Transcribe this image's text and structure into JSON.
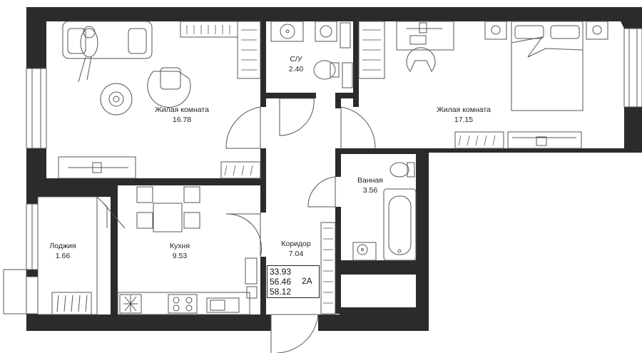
{
  "plan": {
    "rooms": [
      {
        "id": "living1",
        "name": "Жилая комната",
        "area": "16.78"
      },
      {
        "id": "toilet",
        "name": "С/У",
        "area": "2.40"
      },
      {
        "id": "living2",
        "name": "Жилая комната",
        "area": "17.15"
      },
      {
        "id": "bath",
        "name": "Ванная",
        "area": "3.56"
      },
      {
        "id": "loggia",
        "name": "Лоджия",
        "area": "1.66"
      },
      {
        "id": "kitchen",
        "name": "Кухня",
        "area": "9.53"
      },
      {
        "id": "corridor",
        "name": "Коридор",
        "area": "7.04"
      }
    ],
    "summary": {
      "living_area": "33.93",
      "total_area": "56.46",
      "total_with_loggia": "58.12",
      "type": "2А"
    }
  },
  "colors": {
    "wall": "#2b2b2d",
    "line": "#555555",
    "floor": "#ffffff"
  }
}
